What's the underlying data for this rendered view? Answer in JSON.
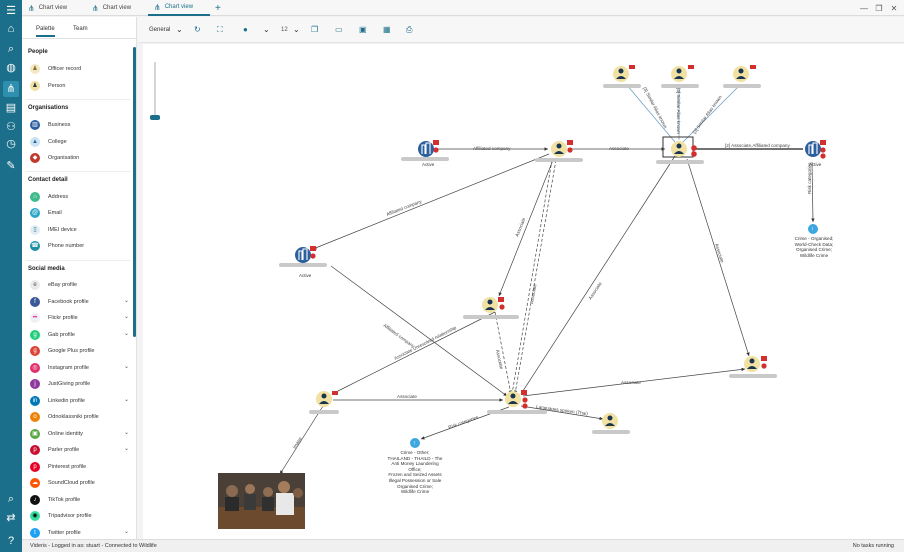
{
  "tabs": [
    {
      "label": "Chart view"
    },
    {
      "label": "Chart view"
    },
    {
      "label": "Chart view"
    }
  ],
  "palette": {
    "tab_palette": "Palette",
    "tab_team": "Team",
    "sections": {
      "people": "People",
      "organisations": "Organisations",
      "contact": "Contact detail",
      "social": "Social media"
    },
    "people_items": [
      "Officer record",
      "Person"
    ],
    "org_items": [
      "Business",
      "College",
      "Organisation"
    ],
    "contact_items": [
      "Address",
      "Email",
      "IMEI device",
      "Phone number"
    ],
    "social_items": [
      "eBay profile",
      "Facebook profile",
      "Flickr profile",
      "Gab profile",
      "Google Plus profile",
      "Instagram profile",
      "JustGiving profile",
      "Linkedin profile",
      "Odnoklassniki profile",
      "Online identity",
      "Parler profile",
      "Pinterest profile",
      "SoundCloud profile",
      "TikTok profile",
      "Tripadvisor profile",
      "Twitter profile"
    ]
  },
  "toolbar": {
    "layout": "General",
    "font_size": "12"
  },
  "chart": {
    "edges": {
      "affiliated_company": "Affiliated company",
      "associate": "Associate",
      "associate_affiliated": "[2] Associate,Affiliated company",
      "similar_people": "[3] Similar Alias known",
      "risk_categories": "Risk categories",
      "associate_sub": "Associate\nUnresolved relationship",
      "languages": "Languages spoken (Thai)",
      "image": "Image",
      "associate_mid": "Associate"
    },
    "node_sublabel": "Active",
    "crime_a": [
      "Crime - Organised;",
      "World-Check Data;",
      "Organised Crime;",
      "Wildlife Crime"
    ],
    "crime_b": [
      "Crime - Other;",
      "THAILAND - THAILD - The",
      "Anti Money Laundering",
      "Office;",
      "Frozen and Seized Assets",
      "Illegal Possession or Sale",
      "Organised Crime;",
      "Wildlife Crime"
    ]
  },
  "status": {
    "left": "Videris - Logged in as: stuart - Connected to Wildlife",
    "right": "No tasks running"
  },
  "colors": {
    "accent": "#1b6f8a",
    "person_node": "#f1e1a2",
    "org_node": "#2c5f9e",
    "alert": "#d32f2f"
  }
}
